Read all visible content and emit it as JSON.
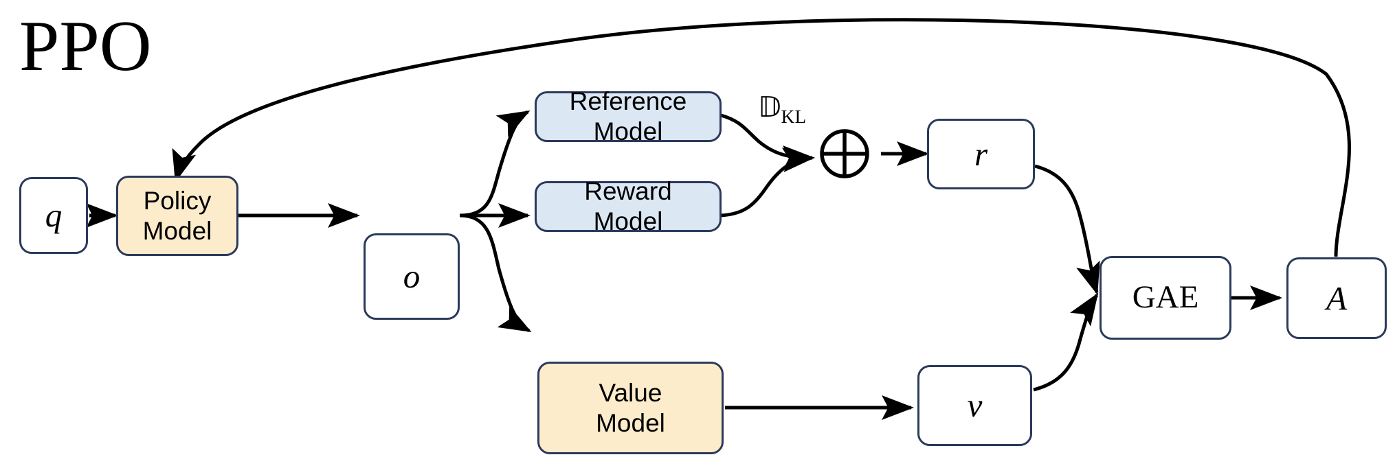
{
  "title": "PPO",
  "colors": {
    "border": "#2b3a5b",
    "edge": "#000000",
    "fill_white": "#ffffff",
    "fill_blue": "#dce7f4",
    "fill_cream": "#fdeccc",
    "background": "#ffffff"
  },
  "nodes": {
    "q": {
      "label": "q",
      "style": "white"
    },
    "policy": {
      "line1": "Policy",
      "line2": "Model",
      "style": "cream"
    },
    "o": {
      "label": "o",
      "style": "white"
    },
    "reference": {
      "line1": "Reference",
      "line2": "Model",
      "style": "blue"
    },
    "reward": {
      "line1": "Reward",
      "line2": "Model",
      "style": "blue"
    },
    "value": {
      "line1": "Value",
      "line2": "Model",
      "style": "cream"
    },
    "r": {
      "label": "r",
      "style": "white"
    },
    "v": {
      "label": "v",
      "style": "white"
    },
    "gae": {
      "label": "GAE",
      "style": "white"
    },
    "a": {
      "label": "A",
      "style": "white"
    }
  },
  "operators": {
    "sum": {
      "name": "circle-plus",
      "glyph": "⊕"
    }
  },
  "annotations": {
    "kl": {
      "main": "𝔻",
      "sub": "KL"
    }
  },
  "edges": [
    {
      "from": "q",
      "to": "policy",
      "kind": "straight"
    },
    {
      "from": "policy",
      "to": "o",
      "kind": "straight"
    },
    {
      "from": "o",
      "to": "reference",
      "kind": "curve-up"
    },
    {
      "from": "o",
      "to": "reward",
      "kind": "straight"
    },
    {
      "from": "o",
      "to": "value",
      "kind": "curve-down"
    },
    {
      "from": "reference",
      "to": "sum",
      "kind": "curve-down"
    },
    {
      "from": "reward",
      "to": "sum",
      "kind": "curve-up"
    },
    {
      "from": "sum",
      "to": "r",
      "kind": "straight"
    },
    {
      "from": "r",
      "to": "gae",
      "kind": "curve-down"
    },
    {
      "from": "value",
      "to": "v",
      "kind": "straight"
    },
    {
      "from": "v",
      "to": "gae",
      "kind": "curve-up"
    },
    {
      "from": "gae",
      "to": "a",
      "kind": "straight"
    },
    {
      "from": "a",
      "to": "policy",
      "kind": "arc-over-top"
    }
  ]
}
